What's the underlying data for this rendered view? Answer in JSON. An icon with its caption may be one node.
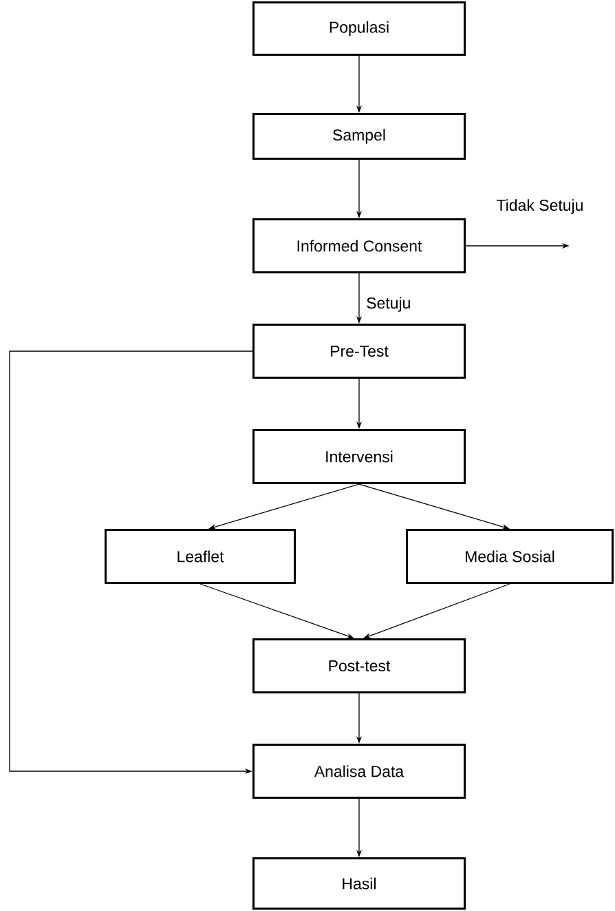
{
  "diagram": {
    "nodes": [
      {
        "text": [
          "Populasi"
        ]
      },
      {
        "text": [
          "Sampel"
        ]
      },
      {
        "text": [
          "Informed Consent"
        ]
      },
      {
        "text": [
          "Pre-Test"
        ]
      },
      {
        "text": [
          "Intervensi"
        ]
      },
      {
        "text": [
          "Leaflet"
        ]
      },
      {
        "text": [
          "Media Sosial"
        ]
      },
      {
        "text": [
          "Post-test"
        ]
      },
      {
        "text": [
          "Analisa Data"
        ]
      },
      {
        "text": [
          "Hasil"
        ]
      }
    ],
    "edges": [
      {
        "from": 0,
        "to": 1,
        "arrow": "to"
      },
      {
        "from": 1,
        "to": 2,
        "arrow": "to"
      },
      {
        "from": 2,
        "to": null,
        "arrow": "to",
        "label": "Tidak Setuju"
      },
      {
        "from": 2,
        "to": 3,
        "arrow": "to",
        "label": "Setuju"
      },
      {
        "from": 3,
        "to": 4,
        "arrow": "to"
      },
      {
        "from": 4,
        "to": 5,
        "arrow": "to"
      },
      {
        "from": 4,
        "to": 6,
        "arrow": "to"
      },
      {
        "from": 5,
        "to": 7,
        "arrow": "to"
      },
      {
        "from": 6,
        "to": 7,
        "arrow": "to"
      },
      {
        "from": 7,
        "to": 8,
        "arrow": "to"
      },
      {
        "from": 3,
        "to": 8,
        "arrow": "to"
      },
      {
        "from": 8,
        "to": 9,
        "arrow": "to"
      }
    ]
  }
}
